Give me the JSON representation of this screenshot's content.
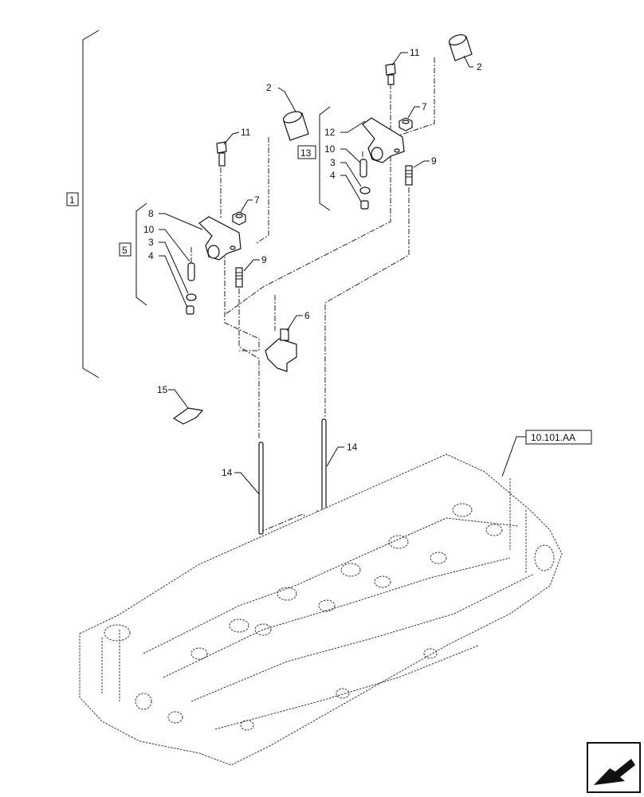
{
  "callouts": {
    "c1": "1",
    "c2a": "2",
    "c2b": "2",
    "c3a": "3",
    "c3b": "3",
    "c4a": "4",
    "c4b": "4",
    "c5": "5",
    "c6": "6",
    "c7a": "7",
    "c7b": "7",
    "c8": "8",
    "c9a": "9",
    "c9b": "9",
    "c10a": "10",
    "c10b": "10",
    "c11a": "11",
    "c11b": "11",
    "c12": "12",
    "c13": "13",
    "c14a": "14",
    "c14b": "14",
    "c15": "15"
  },
  "reference": "10.101.AA",
  "icons": {
    "nav": "page-arrow-icon"
  }
}
